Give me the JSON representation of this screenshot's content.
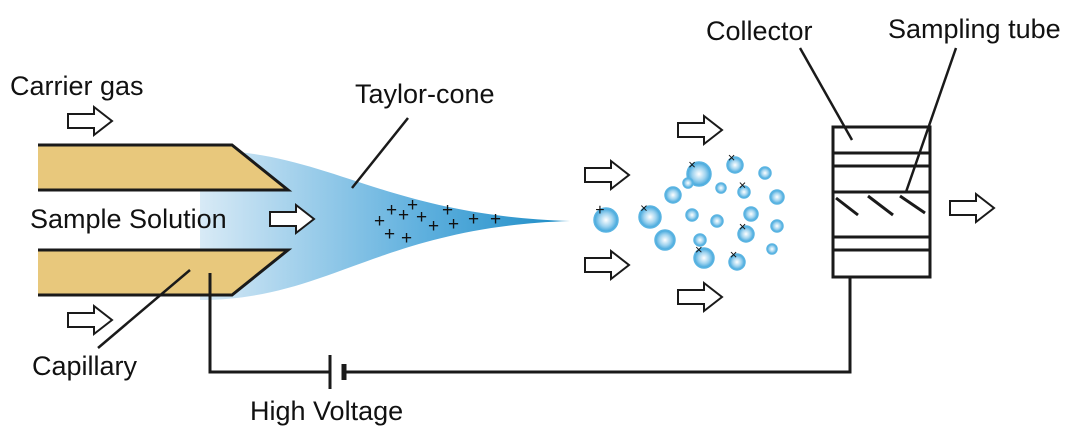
{
  "labels": {
    "carrier_gas": "Carrier gas",
    "taylor_cone": "Taylor-cone",
    "collector": "Collector",
    "sampling_tube": "Sampling tube",
    "sample_solution": "Sample Solution",
    "capillary": "Capillary",
    "high_voltage": "High Voltage"
  },
  "colors": {
    "capillary_fill": "#e8c87c",
    "cone_dark": "#1c8cc6",
    "cone_light": "#d8eaf6",
    "droplet": "#5ab4e2",
    "outline": "#1a1a1a"
  }
}
